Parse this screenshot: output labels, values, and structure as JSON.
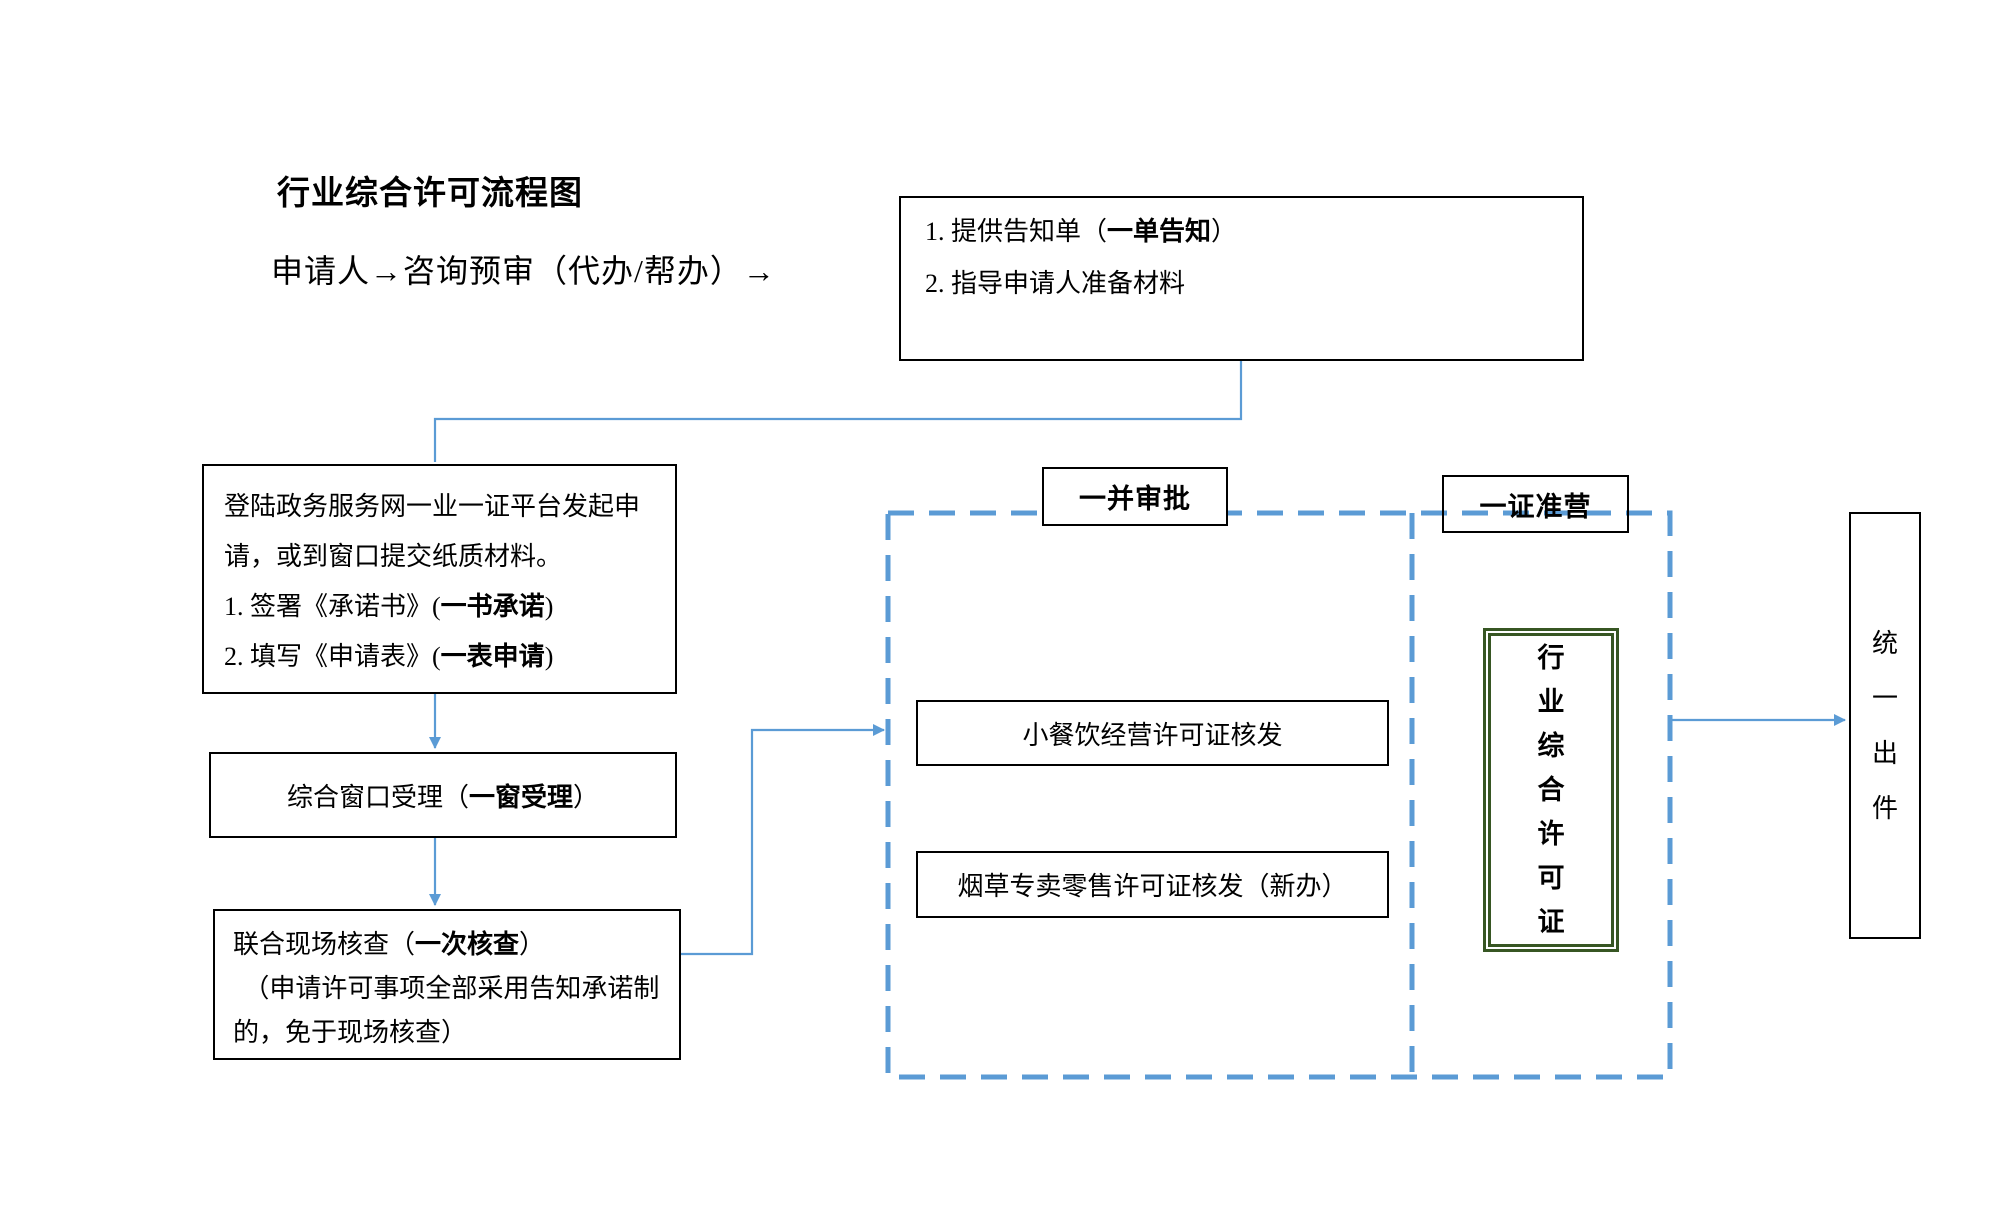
{
  "colors": {
    "accent_blue": "#5B9BD5",
    "cert_green": "#375623"
  },
  "header": {
    "title": "行业综合许可流程图",
    "subtitle": "申请人→咨询预审（代办/帮办）→"
  },
  "notice_box": {
    "item1": {
      "pre": "1.  提供告知单（",
      "bold": "一单告知",
      "post": "）"
    },
    "item2": "2.  指导申请人准备材料"
  },
  "apply_box": {
    "intro": "登陆政务服务网一业一证平台发起申请，或到窗口提交纸质材料。",
    "item1": {
      "pre": "1.  签署《承诺书》(",
      "bold": "一书承诺",
      "post": ")"
    },
    "item2": {
      "pre": "2.  填写《申请表》(",
      "bold": "一表申请",
      "post": ")"
    }
  },
  "window_box": {
    "pre": "综合窗口受理（",
    "bold": "一窗受理",
    "post": "）"
  },
  "inspect_box": {
    "line1": {
      "pre": "联合现场核查（",
      "bold": "一次核查",
      "post": "）"
    },
    "line2": "（申请许可事项全部采用告知承诺制的，免于现场核查）"
  },
  "approval_group": {
    "label": "一并审批",
    "permit1": "小餐饮经营许可证核发",
    "permit2": "烟草专卖零售许可证核发（新办）"
  },
  "license_group": {
    "label": "一证准营",
    "cert": "行业综合许可证"
  },
  "output_box": {
    "text": "统一出件"
  }
}
